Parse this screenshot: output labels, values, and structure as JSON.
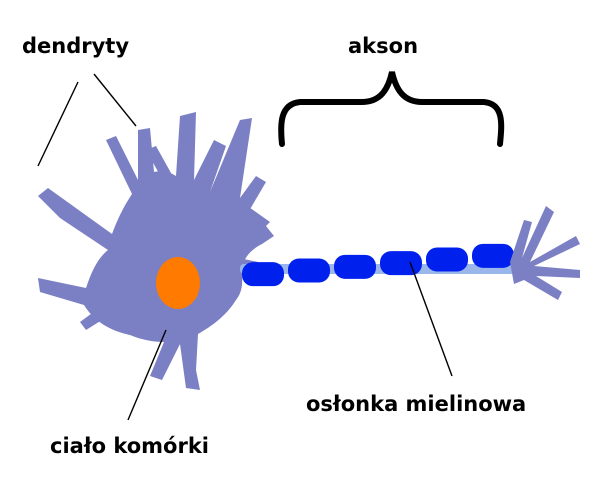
{
  "labels": {
    "dendrites": "dendryty",
    "axon": "akson",
    "myelin_sheath": "osłonka mielinowa",
    "cell_body": "ciało komórki"
  },
  "colors": {
    "cell": "#7b7fc4",
    "nucleus": "#ff7a00",
    "myelin": "#0020ee",
    "axon_core": "#9bb6ea",
    "line": "#000000"
  }
}
